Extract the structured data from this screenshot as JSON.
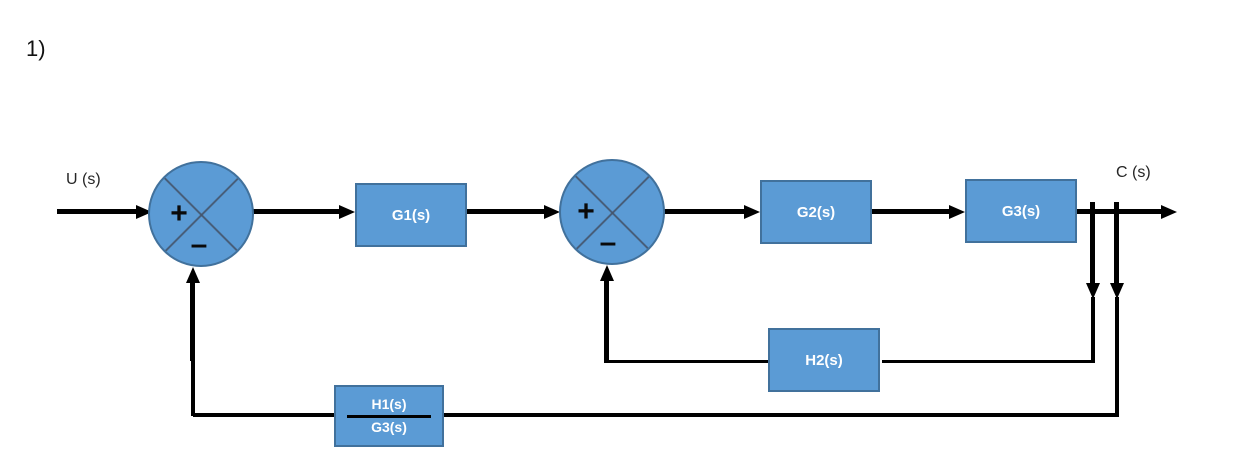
{
  "page": {
    "item_number": "1)"
  },
  "diagram": {
    "input_label": "U (s)",
    "output_label": "C (s)",
    "summing_junctions": [
      {
        "plus": "+",
        "minus": "–"
      },
      {
        "plus": "+",
        "minus": "–"
      }
    ],
    "blocks": {
      "g1": "G1(s)",
      "g2": "G2(s)",
      "g3": "G3(s)",
      "h2": "H2(s)",
      "h1_fraction": {
        "numerator": "H1(s)",
        "denominator": "G3(s)"
      }
    },
    "colors": {
      "shape_fill": "#5b9bd5",
      "shape_border": "#41719c",
      "cross_line": "#44546a",
      "line": "#000000",
      "label_text": "#262626",
      "block_text": "#ffffff"
    }
  }
}
